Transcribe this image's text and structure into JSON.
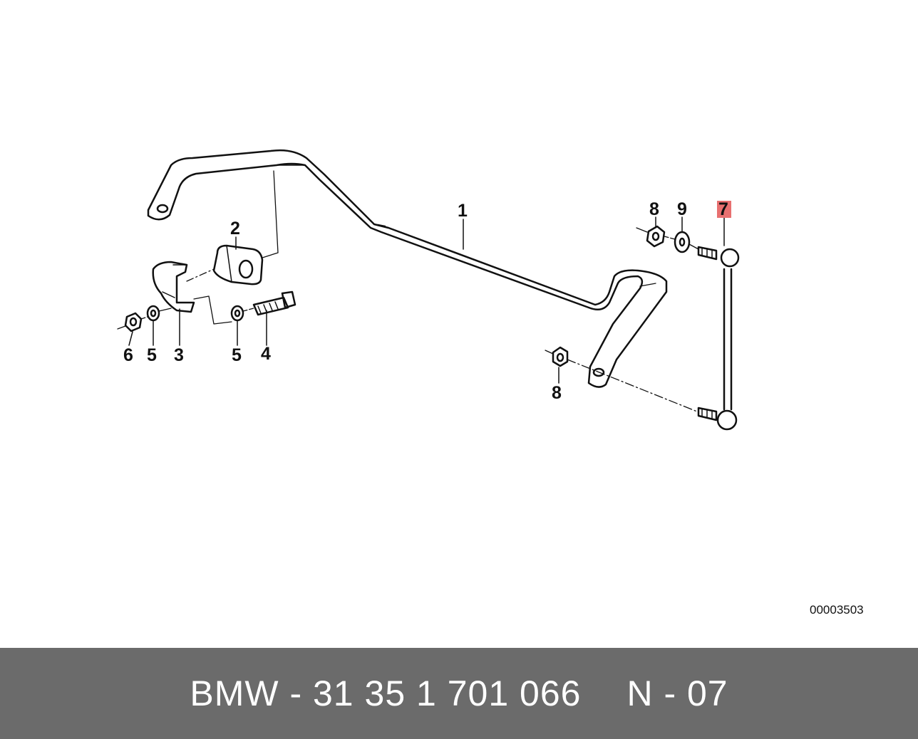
{
  "diagram": {
    "callouts": {
      "c1": "1",
      "c2": "2",
      "c3": "3",
      "c4": "4",
      "c5a": "5",
      "c5b": "5",
      "c6": "6",
      "c7": "7",
      "c8a": "8",
      "c8b": "8",
      "c9": "9"
    },
    "highlight_color": "#e87070",
    "reference_code": "00003503"
  },
  "footer": {
    "part_number": "BMW - 31 35 1 701 066",
    "position": "N - 07",
    "background": "#6b6b6b"
  }
}
